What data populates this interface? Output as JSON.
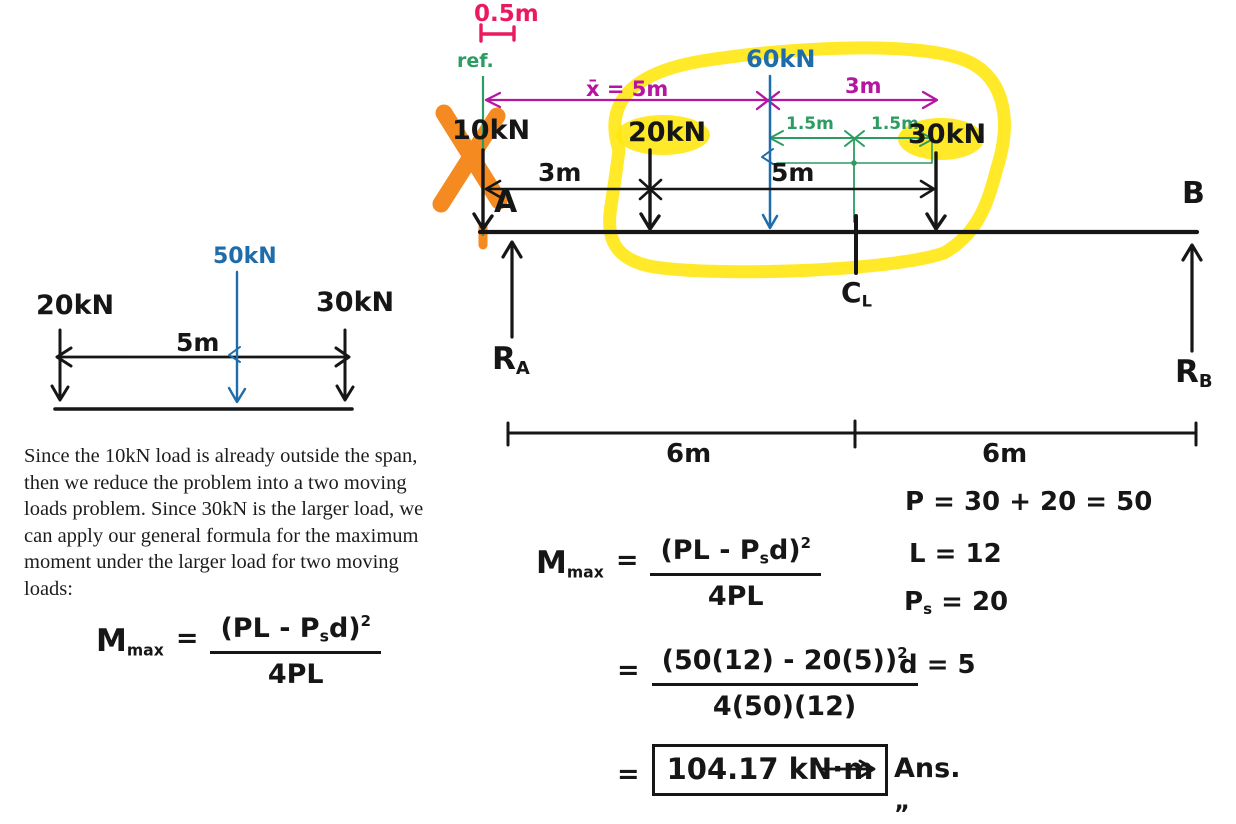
{
  "colors": {
    "ink": "#161616",
    "pink": "#ea1a5f",
    "green": "#2d9c62",
    "purple": "#b515a0",
    "blue": "#1f6cab",
    "orange": "#f58a20",
    "yellow": "#ffe712",
    "paper": "#ffffff"
  },
  "scale_ref": {
    "scale_label": "0.5m",
    "ref_label": "ref."
  },
  "beam_diagram": {
    "resultant_load": "60kN",
    "xbar_dim": "x̄ = 5m",
    "dim_3m_top": "3m",
    "dim_1_5m_left": "1.5m",
    "dim_1_5m_right": "1.5m",
    "load_10": "10kN",
    "load_20": "20kN",
    "load_30": "30kN",
    "dim_3m": "3m",
    "dim_5m": "5m",
    "support_a": "A",
    "support_b": "B",
    "reaction_a_main": "R",
    "reaction_a_sub": "A",
    "reaction_b_main": "R",
    "reaction_b_sub": "B",
    "centerline_main": "C",
    "centerline_sub": "L",
    "span_left": "6m",
    "span_right": "6m"
  },
  "two_load_diagram": {
    "load_left": "20kN",
    "resultant": "50kN",
    "load_right": "30kN",
    "spacing": "5m"
  },
  "explanation": {
    "lines": [
      "Since the 10kN load is already outside the span,",
      "then we reduce the problem into a two moving",
      "loads problem. Since 30kN is the larger load, we",
      "can apply our general formula for the maximum",
      "moment under the larger load for two moving",
      "loads:"
    ]
  },
  "formula": {
    "lhs_main": "M",
    "lhs_sub": "max",
    "equals": "=",
    "num_pre": "(PL - P",
    "num_sub": "s",
    "num_post": "d)",
    "exponent": "2",
    "denominator": "4PL"
  },
  "solution": {
    "step2": {
      "equals": "=",
      "num_main": "(50(12) - 20(5))",
      "exponent": "2",
      "denominator": "4(50)(12)"
    },
    "result": {
      "equals": "=",
      "value": "104.17 kN·m",
      "ditto": "„",
      "answer_label": "Ans."
    },
    "variables": [
      {
        "main": "P",
        "sub": "",
        "rest": "= 30 + 20 = 50"
      },
      {
        "main": "L",
        "sub": "",
        "rest": "= 12"
      },
      {
        "main": "P",
        "sub": "s",
        "rest": "= 20"
      },
      {
        "main": "d",
        "sub": "",
        "rest": "= 5"
      }
    ]
  }
}
